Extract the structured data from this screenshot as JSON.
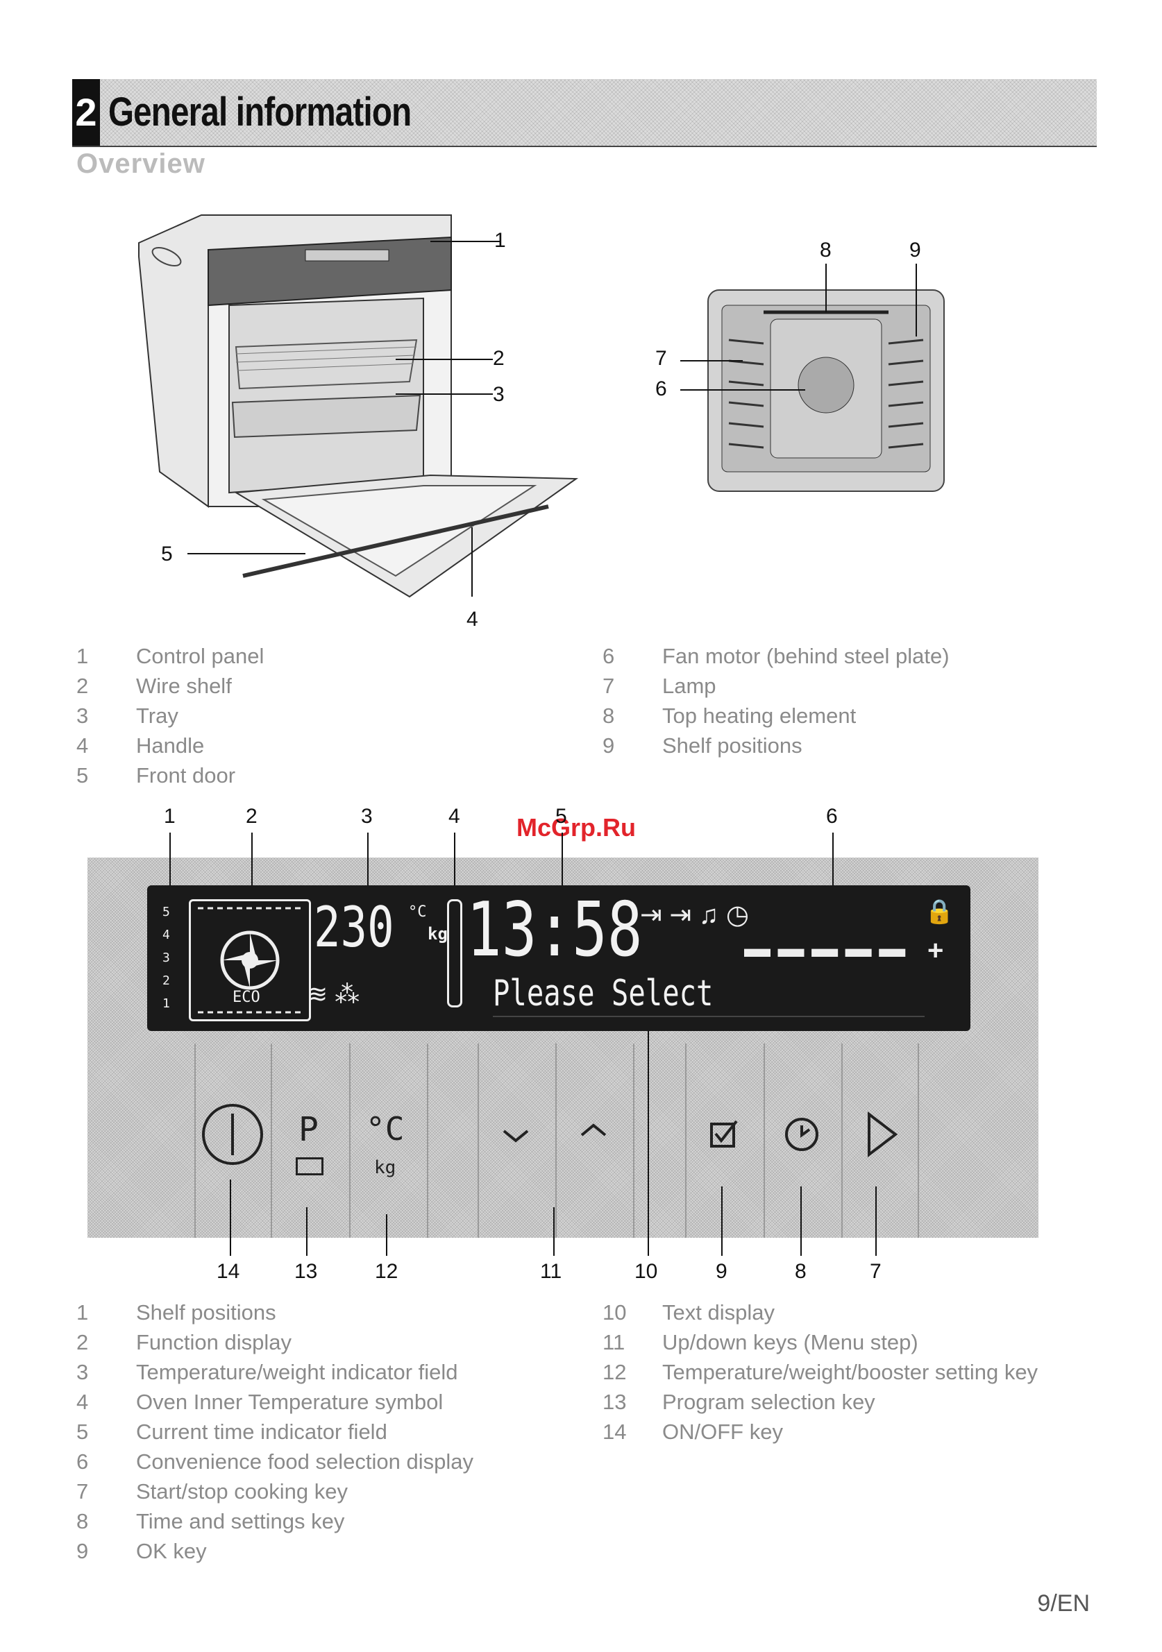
{
  "header": {
    "chapter_number": "2",
    "title": "General information"
  },
  "overview_heading": "Overview",
  "oven_callouts": [
    "1",
    "2",
    "3",
    "4",
    "5"
  ],
  "interior_callouts": [
    "8",
    "9",
    "7",
    "6"
  ],
  "legend_top": {
    "left": [
      {
        "num": "1",
        "label": "Control panel"
      },
      {
        "num": "2",
        "label": "Wire shelf"
      },
      {
        "num": "3",
        "label": "Tray"
      },
      {
        "num": "4",
        "label": "Handle"
      },
      {
        "num": "5",
        "label": "Front door"
      }
    ],
    "right": [
      {
        "num": "6",
        "label": "Fan motor (behind steel plate)"
      },
      {
        "num": "7",
        "label": "Lamp"
      },
      {
        "num": "8",
        "label": "Top heating element"
      },
      {
        "num": "9",
        "label": "Shelf positions"
      }
    ]
  },
  "watermark": "McGrp.Ru",
  "panel_top_callouts": [
    "1",
    "2",
    "3",
    "4",
    "5",
    "6"
  ],
  "panel_bottom_callouts": [
    "14",
    "13",
    "12",
    "11",
    "10",
    "9",
    "8",
    "7"
  ],
  "display": {
    "shelf_numbers": [
      "5",
      "4",
      "3",
      "2",
      "1"
    ],
    "eco_label": "ECO",
    "temperature": "230",
    "temp_unit": "°C",
    "weight_unit": "kg",
    "clock": "13:58",
    "text_display": "Please Select"
  },
  "keys": {
    "on_off_icon": "power-icon",
    "program_label": "P",
    "temp_label": "°C",
    "kg_label": "kg",
    "down_icon": "chevron-down-icon",
    "up_icon": "chevron-up-icon",
    "ok_icon": "checkbox-icon",
    "time_icon": "clock-icon",
    "start_icon": "play-icon"
  },
  "legend_bottom": {
    "left": [
      {
        "num": "1",
        "label": "Shelf positions"
      },
      {
        "num": "2",
        "label": "Function display"
      },
      {
        "num": "3",
        "label": "Temperature/weight indicator field"
      },
      {
        "num": "4",
        "label": "Oven Inner Temperature symbol"
      },
      {
        "num": "5",
        "label": "Current time indicator field"
      },
      {
        "num": "6",
        "label": "Convenience food selection display"
      },
      {
        "num": "7",
        "label": "Start/stop cooking key"
      },
      {
        "num": "8",
        "label": "Time and settings key"
      },
      {
        "num": "9",
        "label": "OK key"
      }
    ],
    "right": [
      {
        "num": "10",
        "label": "Text display"
      },
      {
        "num": "11",
        "label": "Up/down keys (Menu step)"
      },
      {
        "num": "12",
        "label": "Temperature/weight/booster setting key"
      },
      {
        "num": "13",
        "label": "Program selection key"
      },
      {
        "num": "14",
        "label": "ON/OFF key"
      }
    ]
  },
  "page_number": "9/EN"
}
